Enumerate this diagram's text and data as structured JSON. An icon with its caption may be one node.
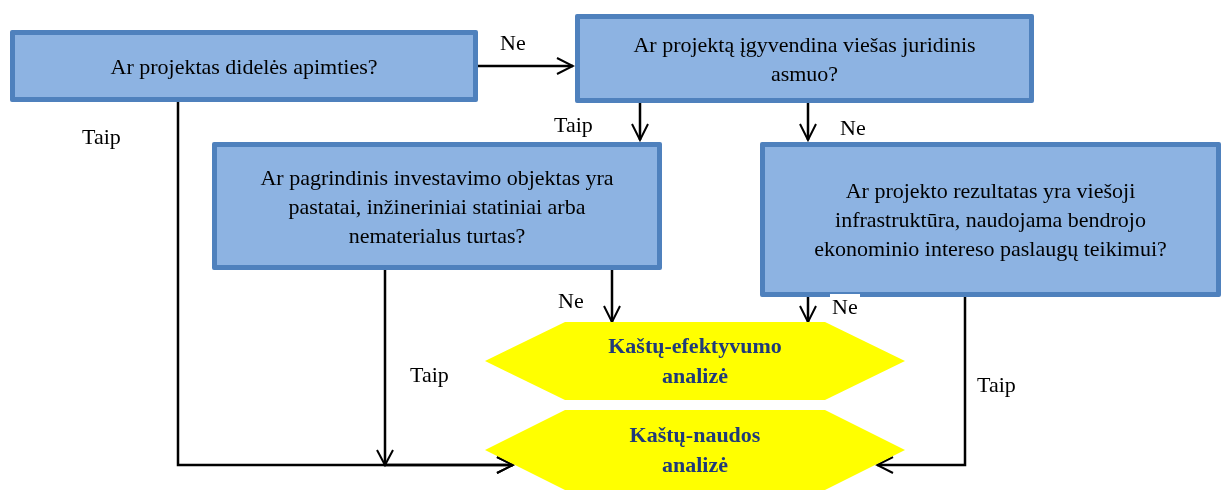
{
  "diagram": {
    "nodes": [
      {
        "text": [
          "Ar projektas didelės apimties?"
        ]
      },
      {
        "text": [
          "Ar projektą įgyvendina viešas juridinis asmuo?"
        ]
      },
      {
        "text": [
          "Ar pagrindinis investavimo objektas yra pastatai, inžineriniai statiniai arba nematerialus turtas?"
        ]
      },
      {
        "text": [
          "Ar projekto rezultatas yra viešoji infrastruktūra, naudojama bendrojo ekonominio intereso paslaugų teikimui?"
        ]
      },
      {
        "text": [
          "Kaštų-efektyvumo analizė"
        ]
      },
      {
        "text": [
          "Kaštų-naudos analizė"
        ]
      }
    ],
    "edges": [
      {
        "from": 0,
        "to": 1,
        "arrow": "to",
        "label": "Ne"
      },
      {
        "from": 1,
        "to": 2,
        "arrow": "to",
        "label": "Taip"
      },
      {
        "from": 1,
        "to": 3,
        "arrow": "to",
        "label": "Ne"
      },
      {
        "from": 2,
        "to": 4,
        "arrow": "to",
        "label": "Ne"
      },
      {
        "from": 3,
        "to": 4,
        "arrow": "to",
        "label": "Ne"
      },
      {
        "from": 0,
        "to": 5,
        "arrow": "to",
        "label": "Taip"
      },
      {
        "from": 2,
        "to": 5,
        "arrow": "to",
        "label": "Taip"
      },
      {
        "from": 3,
        "to": 5,
        "arrow": "to",
        "label": "Taip"
      }
    ]
  }
}
